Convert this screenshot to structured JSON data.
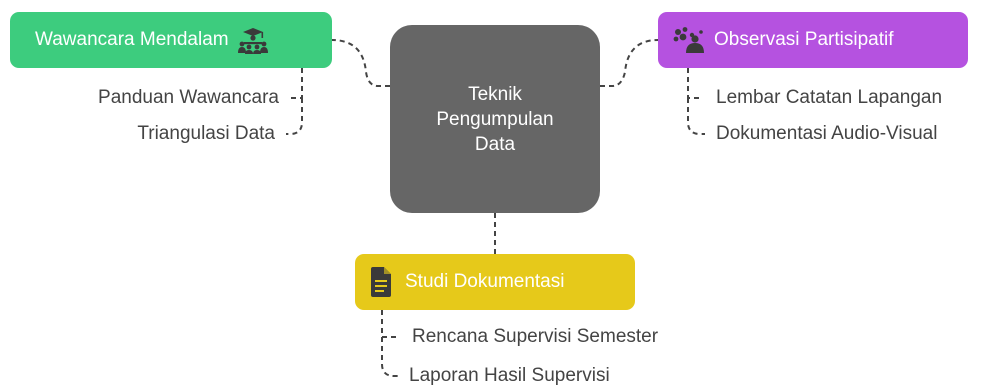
{
  "center": {
    "lines": [
      "Teknik",
      "Pengumpulan",
      "Data"
    ]
  },
  "branches": {
    "interview": {
      "label": "Wawancara Mendalam",
      "icon": "meeting-group-icon",
      "color": "#3dcc7e",
      "items": [
        "Panduan Wawancara",
        "Triangulasi Data"
      ]
    },
    "observation": {
      "label": "Observasi Partisipatif",
      "icon": "observation-icon",
      "color": "#b552e0",
      "items": [
        "Lembar Catatan Lapangan",
        "Dokumentasi Audio-Visual"
      ]
    },
    "documents": {
      "label": "Studi Dokumentasi",
      "icon": "document-icon",
      "color": "#e6c91a",
      "items": [
        "Rencana Supervisi Semester",
        "Laporan Hasil Supervisi"
      ]
    }
  },
  "colors": {
    "center": "#666666",
    "connector": "#444444",
    "leaf_text": "#444444"
  }
}
